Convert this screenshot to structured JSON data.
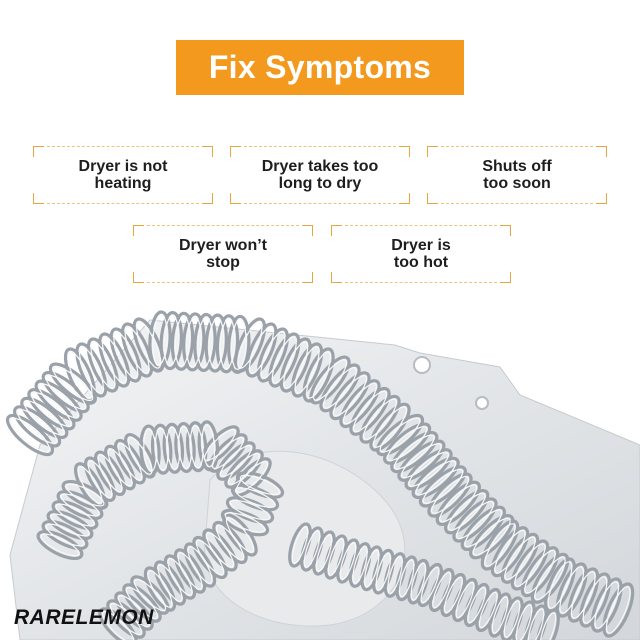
{
  "title": "Fix Symptoms",
  "symptoms": [
    {
      "line1": "Dryer is not",
      "line2": "heating"
    },
    {
      "line1": "Dryer takes too",
      "line2": "long to dry"
    },
    {
      "line1": "Shuts off",
      "line2": "too soon"
    },
    {
      "line1": "Dryer won’t",
      "line2": "stop"
    },
    {
      "line1": "Dryer is",
      "line2": "too hot"
    }
  ],
  "brand": {
    "name": "RARELEMON"
  },
  "colors": {
    "accent": "#f39a1e",
    "text": "#1e1e1e",
    "metal": "#c9cdd2"
  }
}
